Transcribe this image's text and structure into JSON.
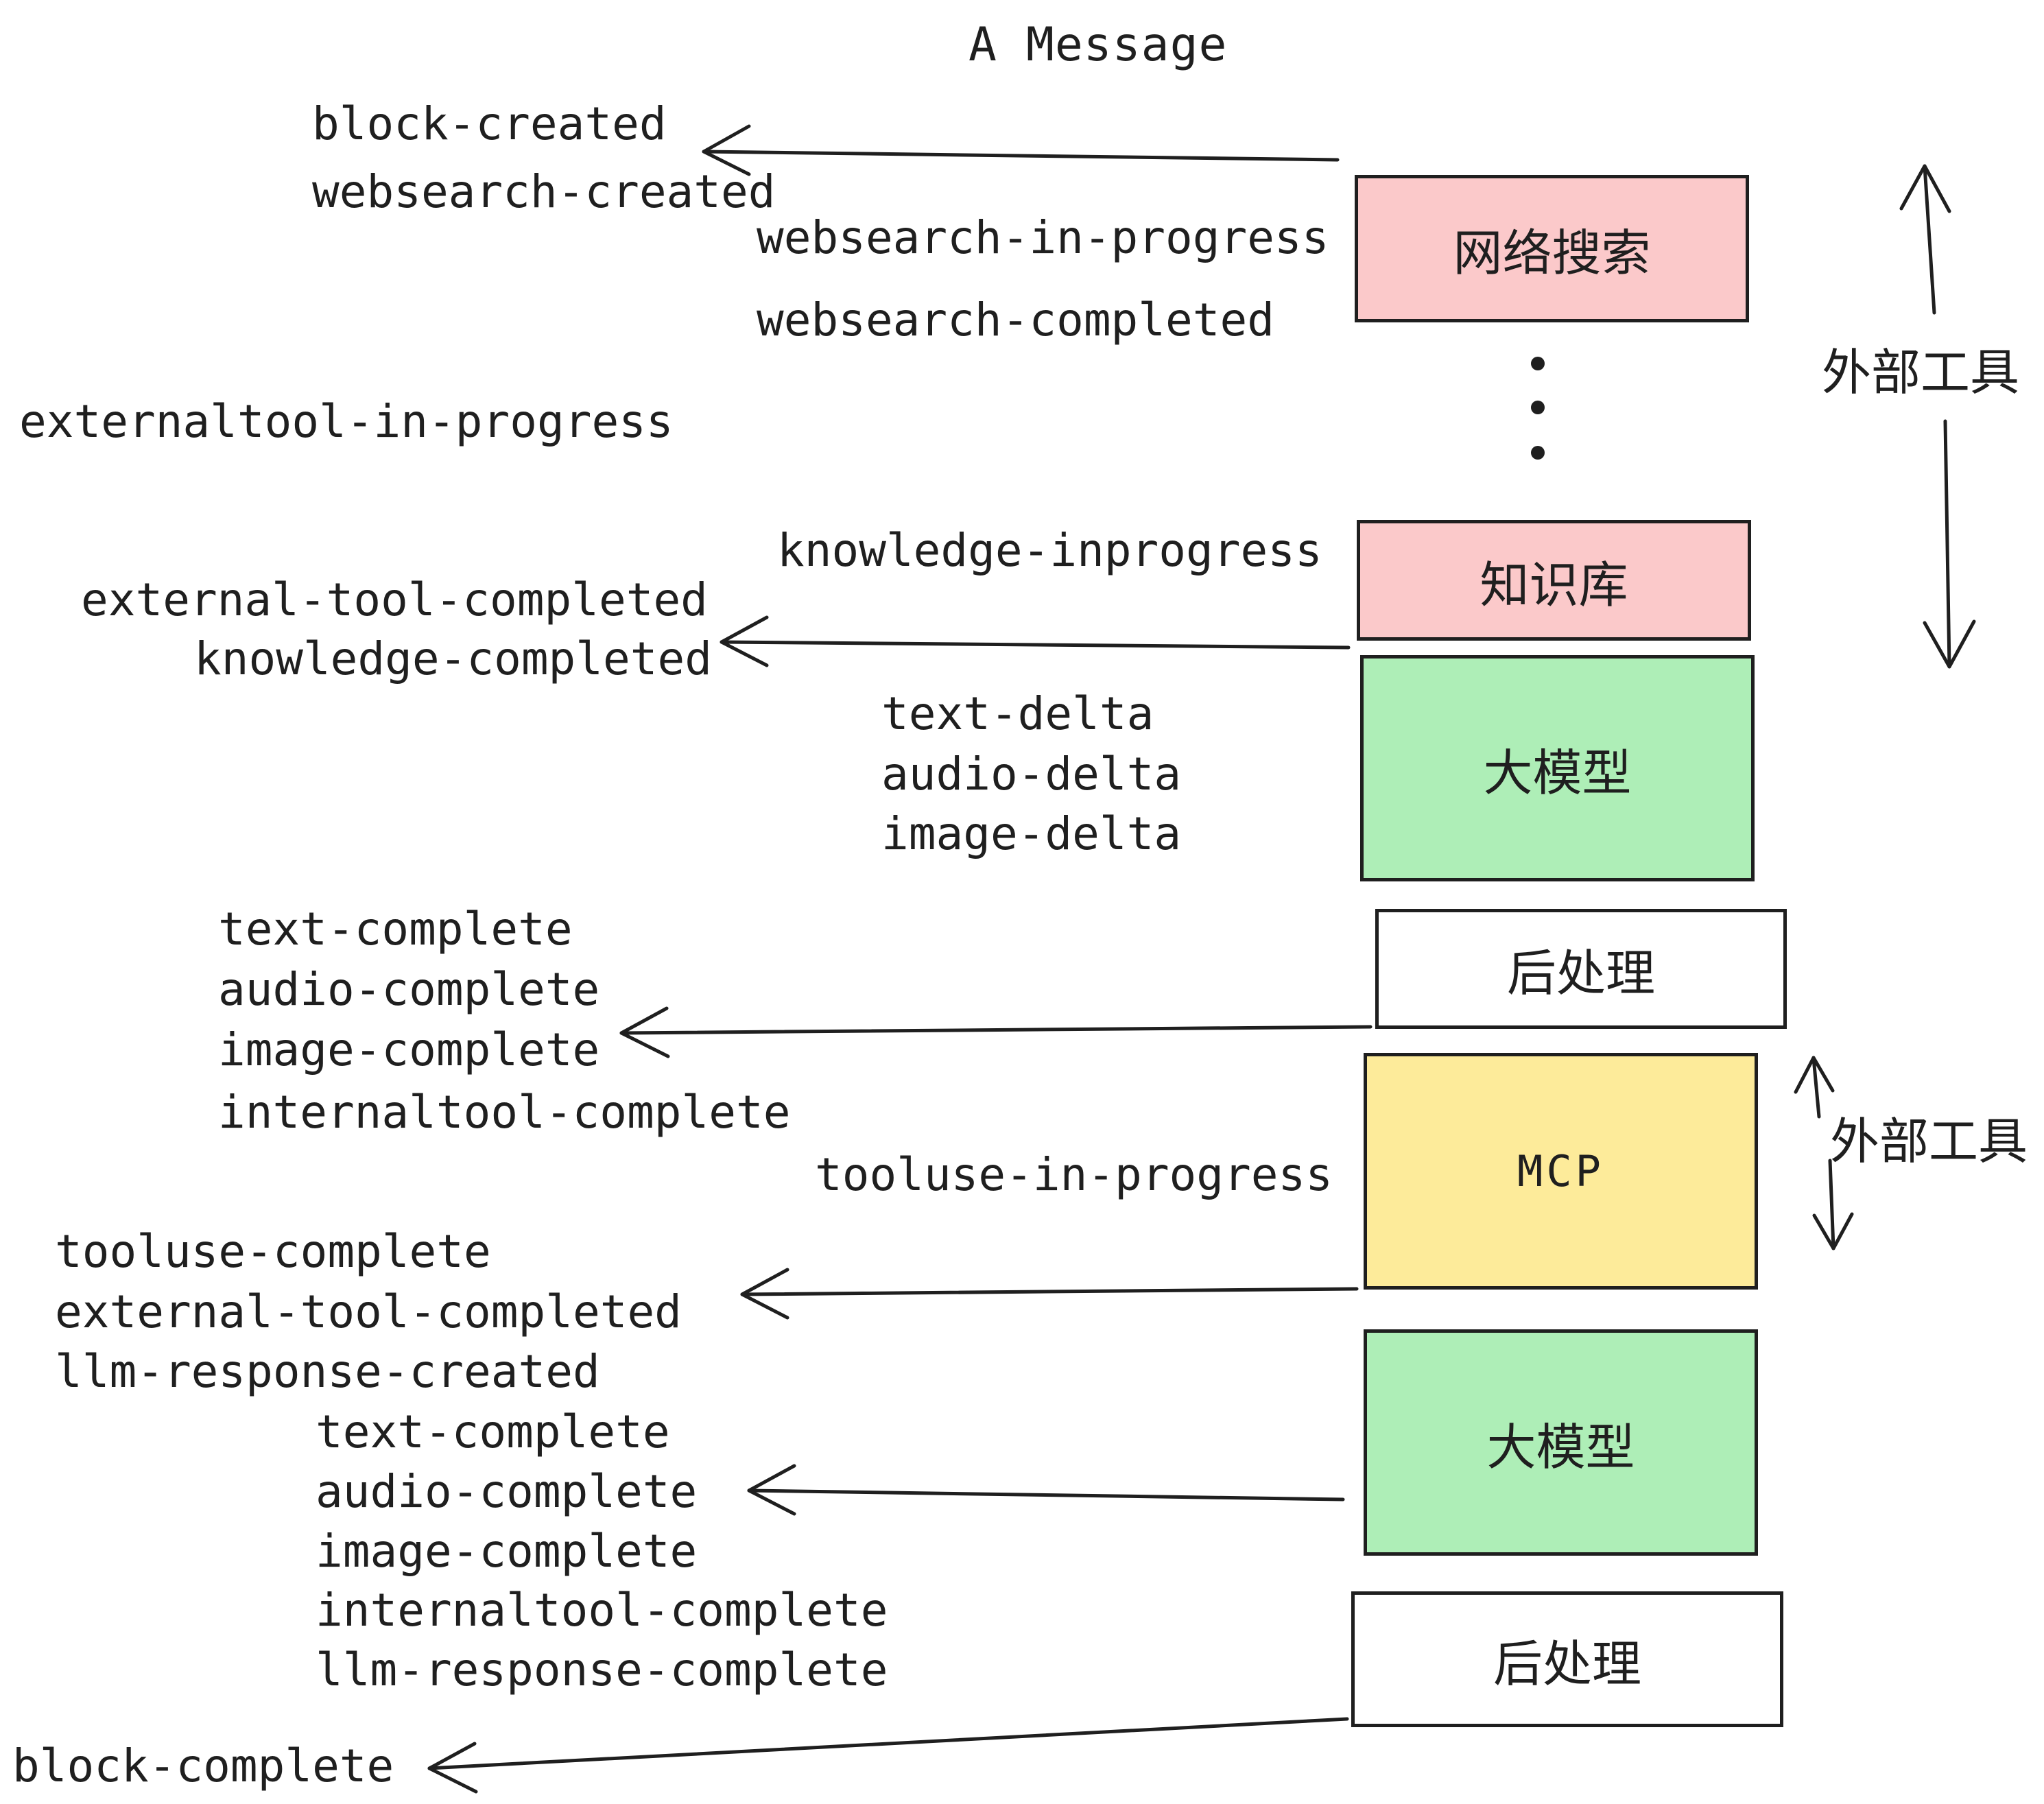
{
  "title": "A Message",
  "events": [
    "block-created",
    "websearch-created",
    "websearch-in-progress",
    "websearch-completed",
    "externaltool-in-progress",
    "knowledge-inprogress",
    "external-tool-completed",
    "knowledge-completed",
    "text-delta",
    "audio-delta",
    "image-delta",
    "text-complete",
    "audio-complete",
    "image-complete",
    "internaltool-complete",
    "tooluse-in-progress",
    "tooluse-complete",
    "external-tool-completed",
    "llm-response-created",
    "text-complete",
    "audio-complete",
    "image-complete",
    "internaltool-complete",
    "llm-response-complete",
    "block-complete"
  ],
  "boxes": [
    {
      "label": "网络搜索",
      "color": "pink"
    },
    {
      "label": "知识库",
      "color": "pink"
    },
    {
      "label": "大模型",
      "color": "green"
    },
    {
      "label": "后处理",
      "color": "white"
    },
    {
      "label": "MCP",
      "color": "yellow"
    },
    {
      "label": "大模型",
      "color": "green"
    },
    {
      "label": "后处理",
      "color": "white"
    }
  ],
  "annotations": [
    {
      "label": "外部工具"
    },
    {
      "label": "外部工具"
    }
  ],
  "colors": {
    "ink": "#1f1f1f",
    "pink": "#fbc9ca",
    "green": "#aeeeb7",
    "yellow": "#fdeb9a",
    "paper": "#ffffff"
  }
}
